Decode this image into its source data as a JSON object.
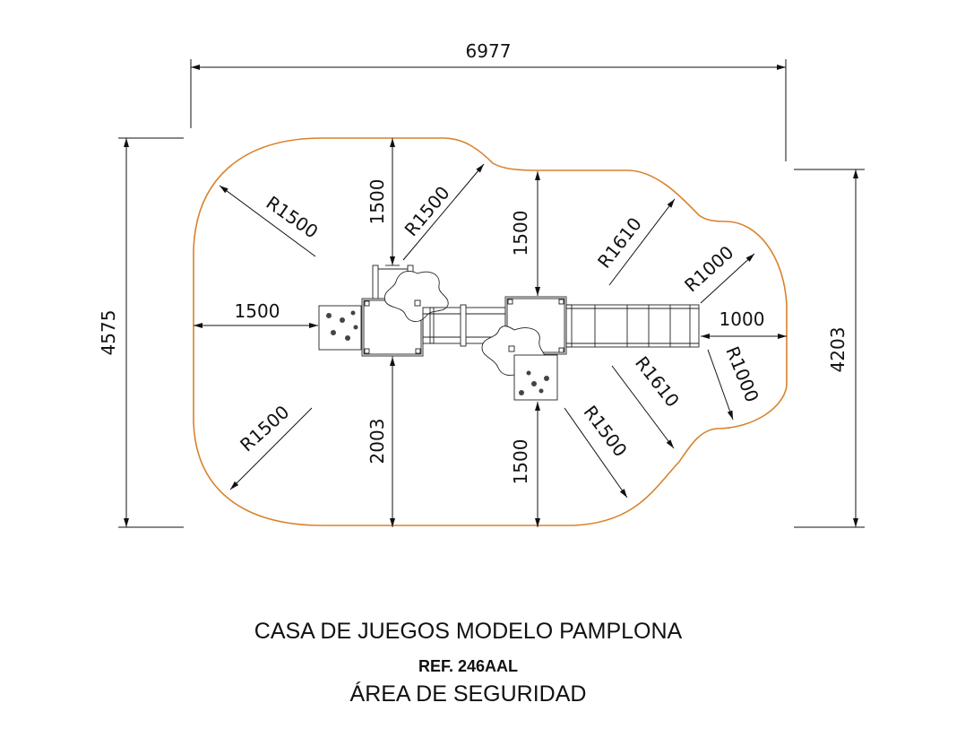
{
  "dimensions": {
    "overall_width": "6977",
    "overall_height": "4575",
    "right_height": "4203",
    "r_top_left": "R1500",
    "r_top_mid": "R1500",
    "d_top_left_vertical": "1500",
    "d_top_right_vertical": "1500",
    "d_left_horizontal": "1500",
    "r_right_upper": "R1610",
    "r_right_small_upper": "R1000",
    "d_right_horizontal": "1000",
    "r_right_small_lower": "R1000",
    "r_right_lower": "R1610",
    "r_bottom_left": "R1500",
    "d_bottom_left_vertical": "2003",
    "d_bottom_right_vertical": "1500",
    "r_bottom_mid": "R1500"
  },
  "colors": {
    "safety_area_outline": "#d9822b",
    "line": "#111111"
  },
  "title": {
    "main": "CASA DE JUEGOS MODELO PAMPLONA",
    "ref": "REF. 246AAL",
    "subtitle": "ÁREA DE SEGURIDAD"
  }
}
